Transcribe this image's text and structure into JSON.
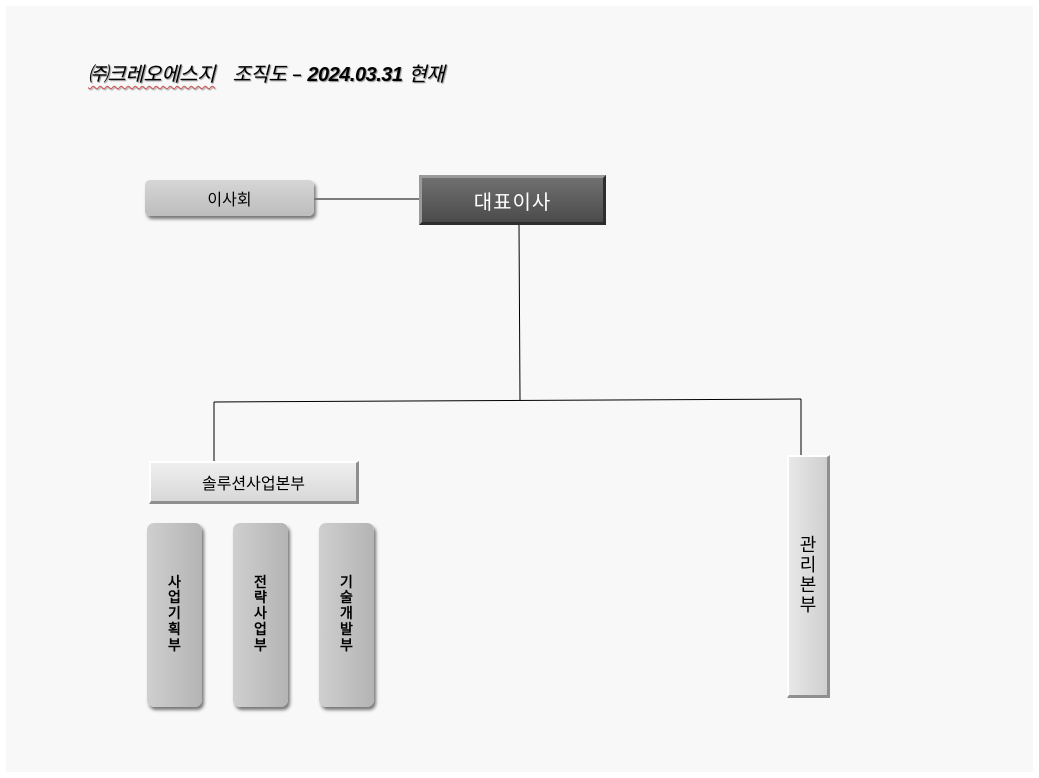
{
  "header": {
    "company": "㈜크레오에스지",
    "subtitle": "조직도 –",
    "date": "2024.03.31",
    "suffix": "현재"
  },
  "org": {
    "board": "이사회",
    "ceo": "대표이사",
    "solution_division": "솔루션사업본부",
    "management_division": "관리본부",
    "departments": [
      "사업기획부",
      "전략사업부",
      "기술개발부"
    ]
  },
  "colors": {
    "ceo_fill": "#5a5a5a",
    "box_fill": "#c8c8c8",
    "connector": "#000000"
  }
}
